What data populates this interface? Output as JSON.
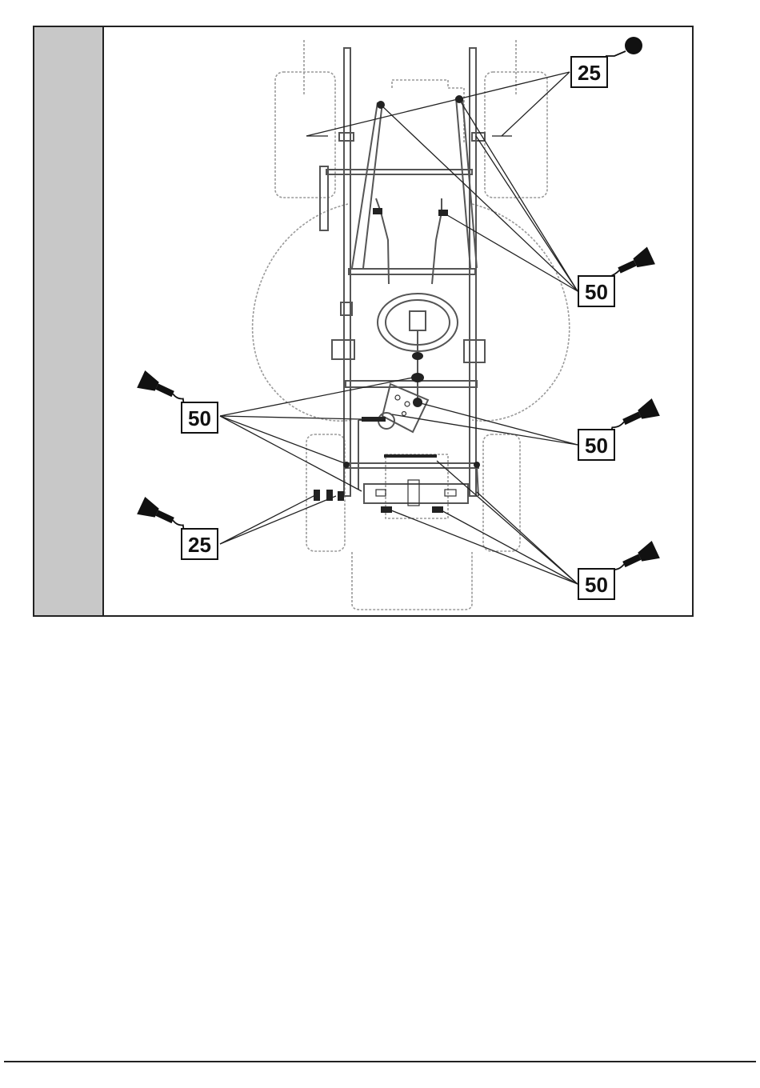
{
  "colors": {
    "sidebar": "#c8c8c8",
    "outline": "#222222",
    "faint": "#9a9a9a"
  },
  "callouts": [
    {
      "id": "c1",
      "value": "25",
      "icon": "grease-ball-icon"
    },
    {
      "id": "c2",
      "value": "50",
      "icon": "oil-can-icon"
    },
    {
      "id": "c3",
      "value": "50",
      "icon": "oil-can-icon"
    },
    {
      "id": "c4",
      "value": "50",
      "icon": "oil-can-icon"
    },
    {
      "id": "c5",
      "value": "25",
      "icon": "oil-can-icon"
    },
    {
      "id": "c6",
      "value": "50",
      "icon": "oil-can-icon"
    }
  ]
}
